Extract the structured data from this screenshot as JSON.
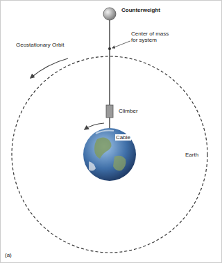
{
  "diagram": {
    "labels": [
      "Counterweight",
      "Center of mass for system",
      "Geostationary Orbit",
      "Climber",
      "Cable",
      "Earth",
      "(a)"
    ]
  }
}
